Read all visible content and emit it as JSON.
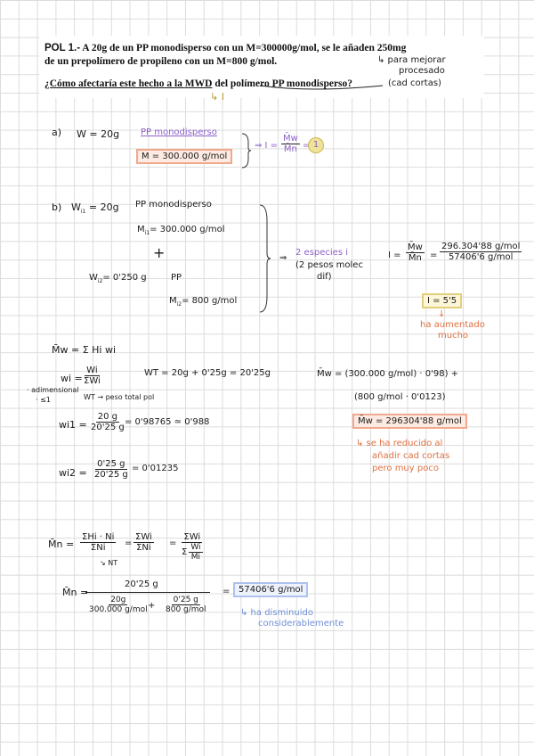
{
  "header": {
    "problem_line1_prefix": "POL 1.-",
    "problem_line1": " A 20g de un PP monodisperso con un M=300000g/mol, se le añaden 250mg",
    "problem_line2": "de un prepolímero de propileno con un M=800 g/mol.",
    "question_q": "¿Cómo afectaría este hecho a la ",
    "question_mwd": "MWD",
    "question_rest": " del polímero PP monodisperso?",
    "note_line1": "↳ para mejorar",
    "note_line2": "procesado",
    "note_line3": "(cad cortas)",
    "note_I": "↳ I"
  },
  "part_a": {
    "label": "a)",
    "W": "W = 20g",
    "pp_label": "PP monodisperso",
    "M_value": "M = 300.000 g/mol",
    "arrow_I": "⇒ I =",
    "frac_num": "M̄w",
    "frac_den": "M̄n",
    "equals": "=",
    "result": "1"
  },
  "part_b": {
    "label": "b)",
    "W1": "W",
    "W1_sub": "i1",
    "W1_val": " = 20g",
    "pp_label": "PP monodisperso",
    "M1": "M",
    "M1_sub": "i1",
    "M1_val": "= 300.000 g/mol",
    "plus": "+",
    "W2": "W",
    "W2_sub": "i2",
    "W2_val": "= 0'250 g",
    "pp2": "PP",
    "M2": "M",
    "M2_sub": "i2",
    "M2_val": "= 800 g/mol",
    "arrow": "⇒",
    "species1": "2 especies i",
    "species2": "(2 pesos molec",
    "species3": "dif)",
    "I_label": "I =",
    "I_frac_num": "M̄w",
    "I_frac_den": "M̄n",
    "I_eq": "=",
    "I_val_num": "296.304'88 g/mol",
    "I_val_den": "57406'6 g/mol",
    "I_result": "I = 5'5",
    "I_note_arrow": "↓",
    "I_note1": "ha aumentado",
    "I_note2": "mucho"
  },
  "mw_section": {
    "Mw_def": "M̄w = Σ Hi wi",
    "wi_lhs": "wi =",
    "wi_num": "Wi",
    "wi_den": "ΣWi",
    "adim1": "· adimensional",
    "adim2": "· ≤1",
    "WT_label": "WT → peso total pol",
    "WT_eq": "WT = 20g + 0'25g = 20'25g",
    "wi1_lhs": "wi1 =",
    "wi1_num": "20 g",
    "wi1_den": "20'25 g",
    "wi1_res": "= 0'98765 ≃ 0'988",
    "wi2_lhs": "wi2 =",
    "wi2_num": "0'25 g",
    "wi2_den": "20'25 g",
    "wi2_res": "= 0'01235",
    "Mw_calc1": "M̄w =   (300.000 g/mol) · 0'98) +",
    "Mw_calc2": "(800 g/mol · 0'0123)",
    "Mw_result": "M̄w = 296304'88 g/mol",
    "Mw_note1": "↳ se ha reducido al",
    "Mw_note2": "añadir cad cortas",
    "Mw_note3": "pero muy poco"
  },
  "mn_section": {
    "Mn_lhs": "M̄n =",
    "f1_num": "ΣHi · Ni",
    "f1_den": "ΣNi",
    "f1_den_note": "↘ NT",
    "eq1": "=",
    "f2_num": "ΣWi",
    "f2_den": "ΣNi",
    "eq2": "=",
    "f3_num": "ΣWi",
    "f3_den_sigma": "Σ",
    "f3_inner_num": "Wi",
    "f3_inner_den": "Mi",
    "calc_lhs": "M̄n =",
    "calc_top": "20'25 g",
    "t1_num": "20g",
    "t1_den": "300.000 g/mol",
    "plus": "+",
    "t2_num": "0'25 g",
    "t2_den": "800 g/mol",
    "calc_eq": "=",
    "result": "57406'6 g/mol",
    "note1": "↳ ha disminuido",
    "note2": "considerablemente"
  }
}
